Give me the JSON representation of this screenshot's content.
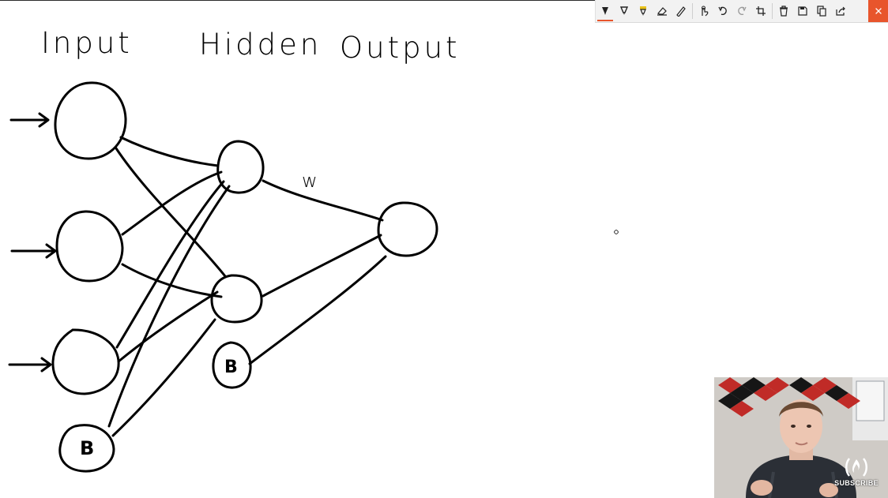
{
  "whiteboard": {
    "headings": {
      "input": "Input",
      "hidden": "Hidden",
      "output": "Output"
    },
    "weight_label": "w",
    "bias_label": "B"
  },
  "toolbar": {
    "tools": [
      "ballpoint-pen-icon",
      "pencil-icon",
      "highlighter-icon",
      "eraser-icon",
      "ruler-icon",
      "touch-writing-icon",
      "undo-icon",
      "redo-icon",
      "crop-icon",
      "delete-icon",
      "save-icon",
      "copy-icon",
      "share-icon",
      "close-icon"
    ],
    "accent": "#e8552c"
  },
  "webcam": {
    "subscribe_label": "SUBSCRIBE"
  }
}
